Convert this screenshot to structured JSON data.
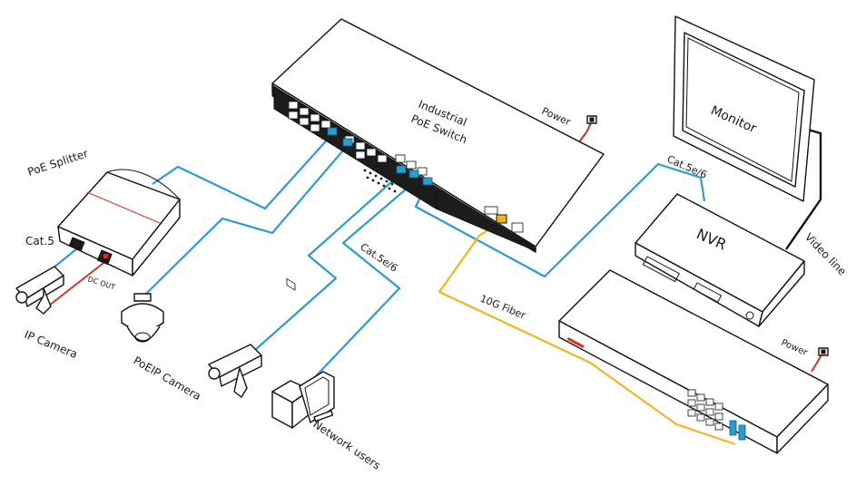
{
  "labels": {
    "switch_line1": "Industrial",
    "switch_line2": "PoE Switch",
    "power_top": "Power",
    "monitor": "Monitor",
    "nvr": "NVR",
    "video_line": "Video line",
    "cat5e6_nvr": "Cat.5e/6",
    "cat5e6_users": "Cat.5e/6",
    "fiber": "10G Fiber",
    "power_bottom": "Power",
    "poe_splitter": "PoE Splitter",
    "cat5": "Cat.5",
    "dc_out": "DC OUT",
    "ip_camera": "IP Camera",
    "poe_ip_camera": "PoEIP Camera",
    "network_users": "Network users"
  },
  "colors": {
    "ethernet_cable": "#2b9bd0",
    "fiber_cable": "#f2b51d",
    "power_cable": "#d8321f",
    "video_cable": "#111111"
  },
  "icons": {
    "poe_switch": "industrial-poe-switch-icon",
    "monitor": "monitor-icon",
    "nvr": "nvr-recorder-icon",
    "core_switch": "rack-switch-icon",
    "splitter": "poe-splitter-icon",
    "ip_camera": "bullet-camera-icon",
    "dome_camera": "ptz-dome-camera-icon",
    "workstation": "desktop-computer-icon"
  }
}
